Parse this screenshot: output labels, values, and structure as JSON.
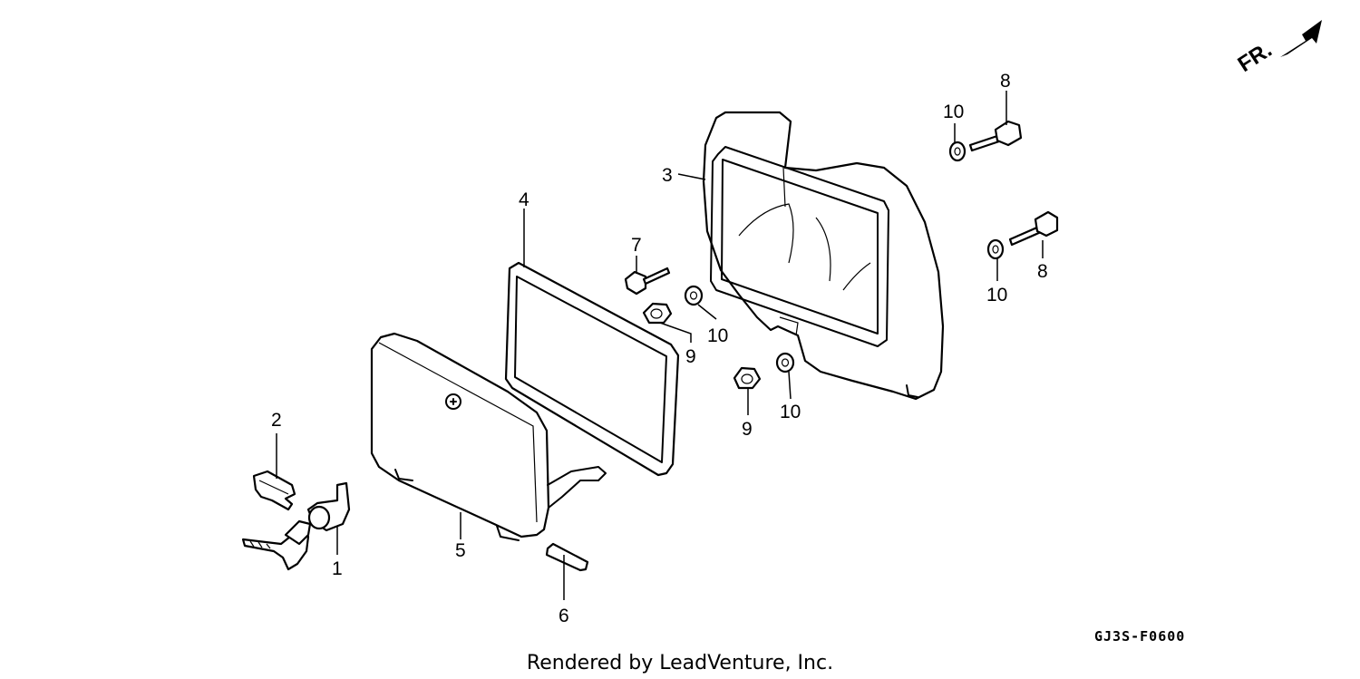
{
  "direction_indicator": {
    "label": "FR.",
    "icon": "front-direction-arrow-icon"
  },
  "diagram_code": "GJ3S-F0600",
  "credit": "Rendered by LeadVenture, Inc.",
  "callouts": {
    "key_cylinder": "1",
    "clip": "2",
    "case": "3",
    "seal": "4",
    "lid": "5",
    "pin": "6",
    "bolt_7": "7",
    "bolt_8_top": "8",
    "bolt_8_right": "8",
    "nut_9_left": "9",
    "nut_9_lower": "9",
    "washer_10_top": "10",
    "washer_10_right": "10",
    "washer_10_mid": "10",
    "washer_10_lower": "10"
  }
}
